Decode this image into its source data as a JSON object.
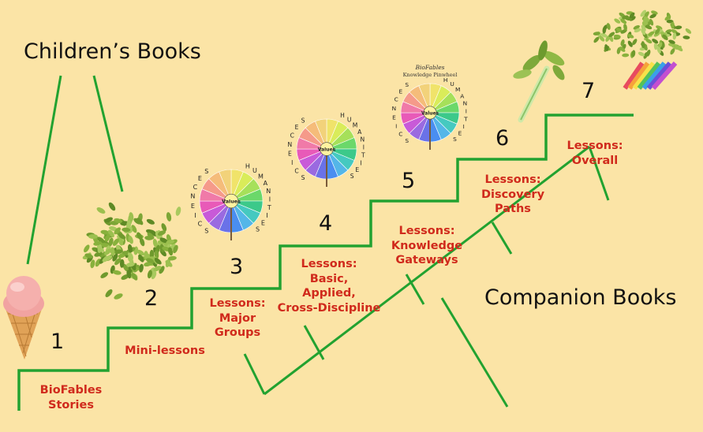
{
  "headings": {
    "childrens_books": "Children’s Books",
    "companion_books": "Companion Books"
  },
  "steps": [
    {
      "number": "1",
      "label": "BioFables\nStories",
      "icon": "ice-cream-cone-icon"
    },
    {
      "number": "2",
      "label": "Mini-lessons",
      "icon": "leaf-pile-icon"
    },
    {
      "number": "3",
      "label": "Lessons:\nMajor\nGroups",
      "icon": "pinwheel-icon"
    },
    {
      "number": "4",
      "label": "Lessons:\nBasic,\nApplied,\nCross-Discipline",
      "icon": "pinwheel-icon"
    },
    {
      "number": "5",
      "label": "Lessons:\nKnowledge\nGateways",
      "icon": "pinwheel-icon"
    },
    {
      "number": "6",
      "label": "Lessons:\nDiscovery\nPaths",
      "icon": "sapling-icon"
    },
    {
      "number": "7",
      "label": "Lessons:\nOverall",
      "icon": "rainbow-tree-icon"
    }
  ],
  "pinwheel_text": {
    "center": "Values",
    "left_word": "SCIENCES",
    "right_word": "HUMANITIES",
    "brand": "BioFables",
    "subtitle": "Knowledge Pinwheel"
  },
  "colors": {
    "background": "#fbe4a6",
    "stair_line": "#22a230",
    "lesson_text": "#d02a1c",
    "heading_text": "#111111"
  }
}
